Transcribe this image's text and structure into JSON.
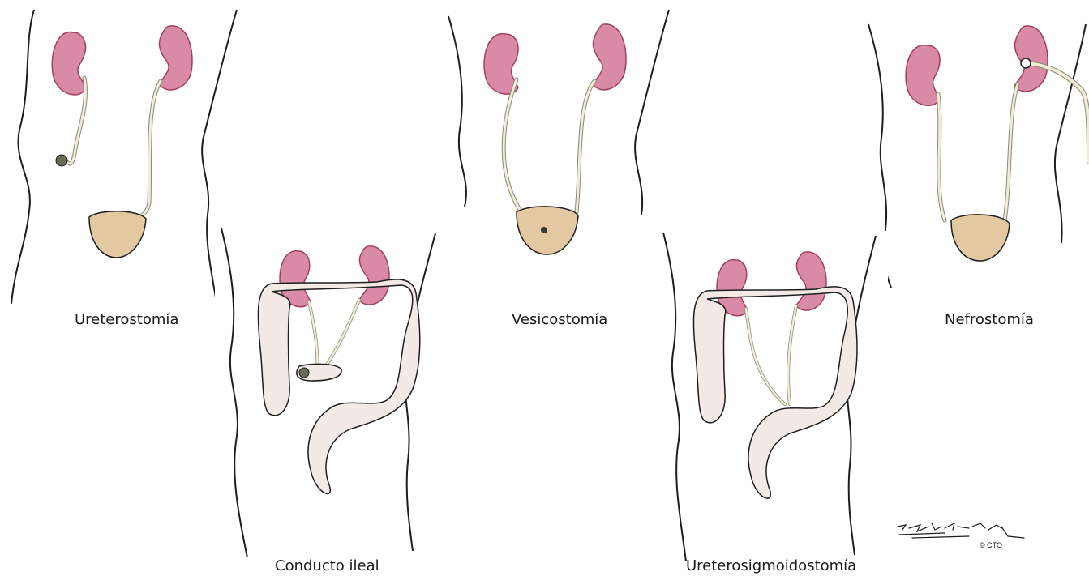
{
  "figure": {
    "panels": [
      {
        "id": "ureterostomia",
        "label": "Ureterostomía"
      },
      {
        "id": "conducto-ileal",
        "label": "Conducto ileal"
      },
      {
        "id": "vesicostomia",
        "label": "Vesicostomía"
      },
      {
        "id": "ureterosigmoidostomia",
        "label": "Ureterosigmoidostomía"
      },
      {
        "id": "nefrostomia",
        "label": "Nefrostomía"
      }
    ],
    "copyright": "© CTO",
    "colors": {
      "kidney": "#d98aa6",
      "kidney_stroke": "#a0405e",
      "bladder": "#e3c9a1",
      "ureter": "#f1ecd6",
      "bowel": "#f3eae8",
      "outline": "#1e1e1e"
    }
  }
}
